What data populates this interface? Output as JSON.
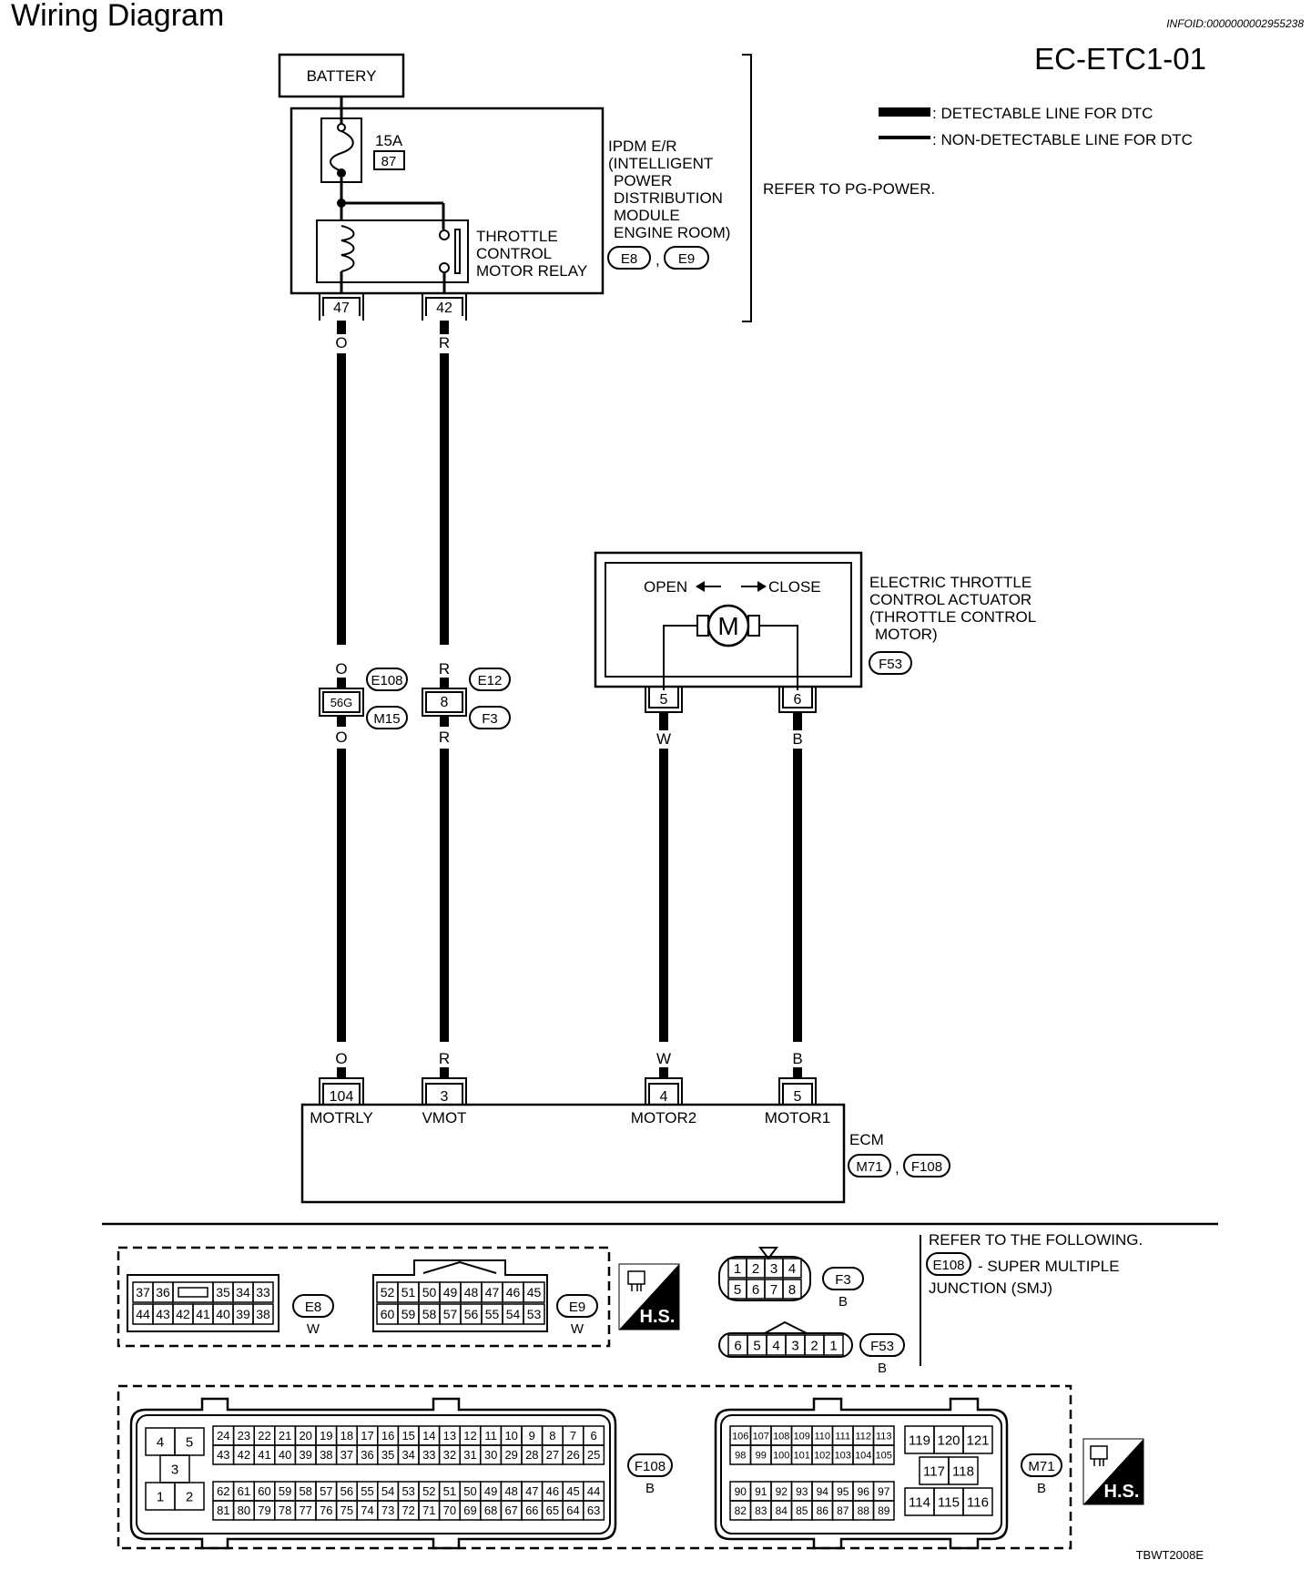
{
  "header": {
    "title": "Wiring Diagram",
    "info_id": "INFOID:0000000002955238",
    "diagram_code": "EC-ETC1-01"
  },
  "legend": {
    "detectable": ": DETECTABLE LINE FOR DTC",
    "non_detectable": ": NON-DETECTABLE LINE FOR DTC"
  },
  "battery": {
    "label": "BATTERY"
  },
  "fuse": {
    "rating": "15A",
    "number": "87"
  },
  "relay": {
    "line1": "THROTTLE",
    "line2": "CONTROL",
    "line3": "MOTOR RELAY"
  },
  "ipdm": {
    "line1": "IPDM E/R",
    "line2": "(INTELLIGENT",
    "line3": "POWER",
    "line4": "DISTRIBUTION",
    "line5": "MODULE",
    "line6": "ENGINE ROOM)",
    "conn1": "E8",
    "conn2": "E9",
    "sep": ",",
    "refer": "REFER TO PG-POWER."
  },
  "pins": {
    "ipdm_a": "47",
    "ipdm_b": "42",
    "smj_a": "56G",
    "smj_b": "8",
    "act_a": "5",
    "act_b": "6",
    "ecm_a": "104",
    "ecm_b": "3",
    "ecm_c": "4",
    "ecm_d": "5"
  },
  "wires": {
    "o": "O",
    "r": "R",
    "w": "W",
    "b": "B"
  },
  "smj_connectors": {
    "a_top": "E108",
    "a_bottom": "M15",
    "b_top": "E12",
    "b_bottom": "F3"
  },
  "actuator": {
    "open": "OPEN",
    "close": "CLOSE",
    "motor": "M",
    "line1": "ELECTRIC THROTTLE",
    "line2": "CONTROL ACTUATOR",
    "line3": "(THROTTLE CONTROL",
    "line4": "MOTOR)",
    "conn": "F53"
  },
  "ecm": {
    "label": "ECM",
    "sig_a": "MOTRLY",
    "sig_b": "VMOT",
    "sig_c": "MOTOR2",
    "sig_d": "MOTOR1",
    "conn1": "M71",
    "conn2": "F108",
    "sep": ","
  },
  "connector_views": {
    "e8_top": [
      "37",
      "36",
      "",
      "35",
      "34",
      "33"
    ],
    "e8_bottom": [
      "44",
      "43",
      "42",
      "41",
      "40",
      "39",
      "38"
    ],
    "e8_name": "E8",
    "e8_color": "W",
    "e9_top": [
      "52",
      "51",
      "50",
      "49",
      "48",
      "47",
      "46",
      "45"
    ],
    "e9_bottom": [
      "60",
      "59",
      "58",
      "57",
      "56",
      "55",
      "54",
      "53"
    ],
    "e9_name": "E9",
    "e9_color": "W",
    "hs": "H.S.",
    "f3_top": [
      "1",
      "2",
      "3",
      "4"
    ],
    "f3_bottom": [
      "5",
      "6",
      "7",
      "8"
    ],
    "f3_name": "F3",
    "f3_color": "B",
    "f53_pins": [
      "6",
      "5",
      "4",
      "3",
      "2",
      "1"
    ],
    "f53_name": "F53",
    "f53_color": "B",
    "refer_title": "REFER TO THE FOLLOWING.",
    "refer_conn": "E108",
    "refer_desc1": "- SUPER MULTIPLE",
    "refer_desc2": "JUNCTION (SMJ)",
    "f108_left_top": [
      "4",
      "5"
    ],
    "f108_left_mid": "3",
    "f108_left_bottom": [
      "1",
      "2"
    ],
    "f108_r1": [
      "24",
      "23",
      "22",
      "21",
      "20",
      "19",
      "18",
      "17",
      "16",
      "15",
      "14",
      "13",
      "12",
      "11",
      "10",
      "9",
      "8",
      "7",
      "6"
    ],
    "f108_r2": [
      "43",
      "42",
      "41",
      "40",
      "39",
      "38",
      "37",
      "36",
      "35",
      "34",
      "33",
      "32",
      "31",
      "30",
      "29",
      "28",
      "27",
      "26",
      "25"
    ],
    "f108_r3": [
      "62",
      "61",
      "60",
      "59",
      "58",
      "57",
      "56",
      "55",
      "54",
      "53",
      "52",
      "51",
      "50",
      "49",
      "48",
      "47",
      "46",
      "45",
      "44"
    ],
    "f108_r4": [
      "81",
      "80",
      "79",
      "78",
      "77",
      "76",
      "75",
      "74",
      "73",
      "72",
      "71",
      "70",
      "69",
      "68",
      "67",
      "66",
      "65",
      "64",
      "63"
    ],
    "f108_name": "F108",
    "f108_color": "B",
    "m71_r1": [
      "106",
      "107",
      "108",
      "109",
      "110",
      "111",
      "112",
      "113"
    ],
    "m71_r2": [
      "98",
      "99",
      "100",
      "101",
      "102",
      "103",
      "104",
      "105"
    ],
    "m71_r3": [
      "90",
      "91",
      "92",
      "93",
      "94",
      "95",
      "96",
      "97"
    ],
    "m71_r4": [
      "82",
      "83",
      "84",
      "85",
      "86",
      "87",
      "88",
      "89"
    ],
    "m71_right_top": [
      "119",
      "120",
      "121"
    ],
    "m71_right_mid": [
      "117",
      "118"
    ],
    "m71_right_bottom": [
      "114",
      "115",
      "116"
    ],
    "m71_name": "M71",
    "m71_color": "B"
  },
  "footer": {
    "code": "TBWT2008E"
  }
}
